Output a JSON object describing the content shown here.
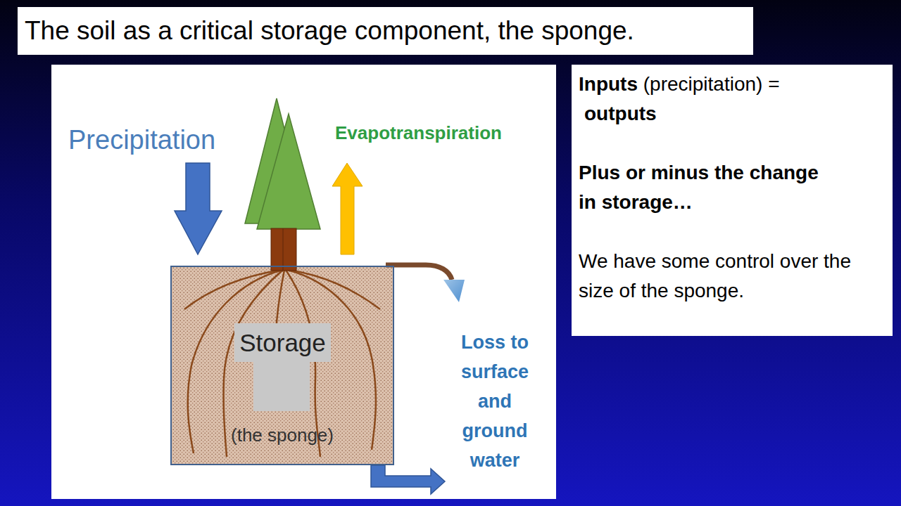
{
  "diagram": {
    "title": "The soil as a critical storage component, the sponge.",
    "nodes": [
      {
        "text": [
          "(the sponge)"
        ]
      },
      {
        "text": [
          "Storage"
        ],
        "in": 0
      },
      {
        "text": [
          "Inputs",
          "(precipitation) =",
          "outputs",
          "Plus or minus the change in storage…",
          "We have some control over the size of the sponge."
        ]
      }
    ],
    "labels": [
      "Precipitation",
      "Evapotranspiration",
      "Loss to surface and ground water"
    ]
  }
}
